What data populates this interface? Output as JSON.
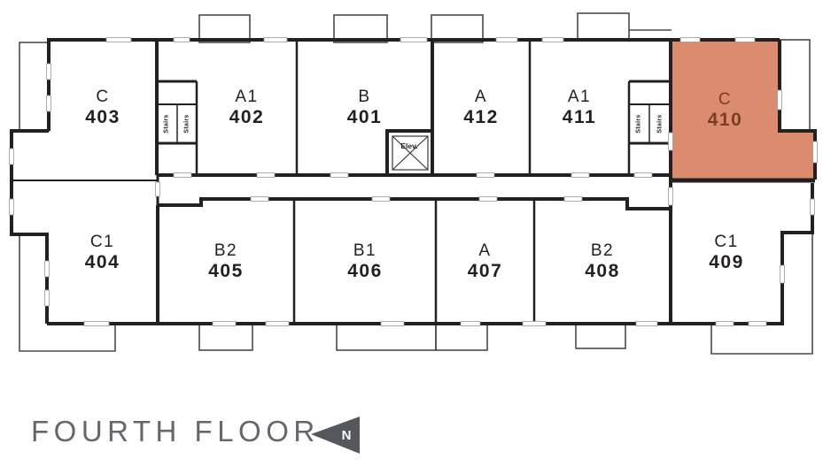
{
  "title": "FOURTH FLOOR",
  "north_label": "N",
  "labels": {
    "stairs": "Stairs",
    "elevator": "Elev."
  },
  "colors": {
    "wall": "#241f20",
    "balcony_line": "#4a4a4a",
    "highlight_fill": "#db8c6e",
    "highlight_text": "#7a3d23",
    "label_text": "#241f20",
    "title_text": "#64676c",
    "north_arrow": "#54585c"
  },
  "units": [
    {
      "type": "C",
      "number": "403",
      "row": "top",
      "highlighted": false
    },
    {
      "type": "A1",
      "number": "402",
      "row": "top",
      "highlighted": false
    },
    {
      "type": "B",
      "number": "401",
      "row": "top",
      "highlighted": false
    },
    {
      "type": "A",
      "number": "412",
      "row": "top",
      "highlighted": false
    },
    {
      "type": "A1",
      "number": "411",
      "row": "top",
      "highlighted": false
    },
    {
      "type": "C",
      "number": "410",
      "row": "top",
      "highlighted": true
    },
    {
      "type": "C1",
      "number": "404",
      "row": "bottom",
      "highlighted": false
    },
    {
      "type": "B2",
      "number": "405",
      "row": "bottom",
      "highlighted": false
    },
    {
      "type": "B1",
      "number": "406",
      "row": "bottom",
      "highlighted": false
    },
    {
      "type": "A",
      "number": "407",
      "row": "bottom",
      "highlighted": false
    },
    {
      "type": "B2",
      "number": "408",
      "row": "bottom",
      "highlighted": false
    },
    {
      "type": "C1",
      "number": "409",
      "row": "bottom",
      "highlighted": false
    }
  ]
}
